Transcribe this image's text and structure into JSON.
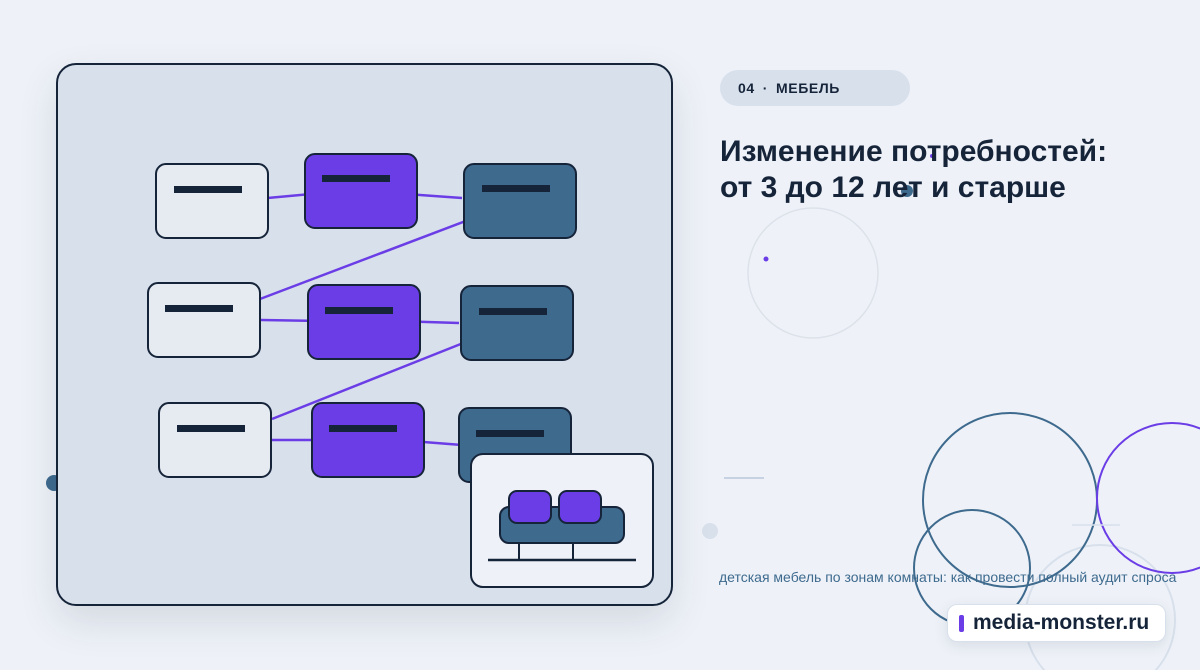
{
  "tag": {
    "number": "04",
    "separator": "·",
    "label": "МЕБЕЛЬ"
  },
  "headline": {
    "line1": "Изменение потребностей:",
    "line2": "от 3 до 12 лет и старше"
  },
  "subline": "детская мебель по зонам комнаты: как провести полный аудит спроса",
  "brand": {
    "name": "media-monster.ru"
  },
  "colors": {
    "ink": "#16243a",
    "violet": "#6b3de6",
    "steel": "#3e6a8e",
    "panel": "#d8e0ec",
    "background": "#eef2f8"
  },
  "illustration": {
    "subject": "flow-diagram-with-sofa",
    "icons": [
      "sofa-icon"
    ]
  }
}
